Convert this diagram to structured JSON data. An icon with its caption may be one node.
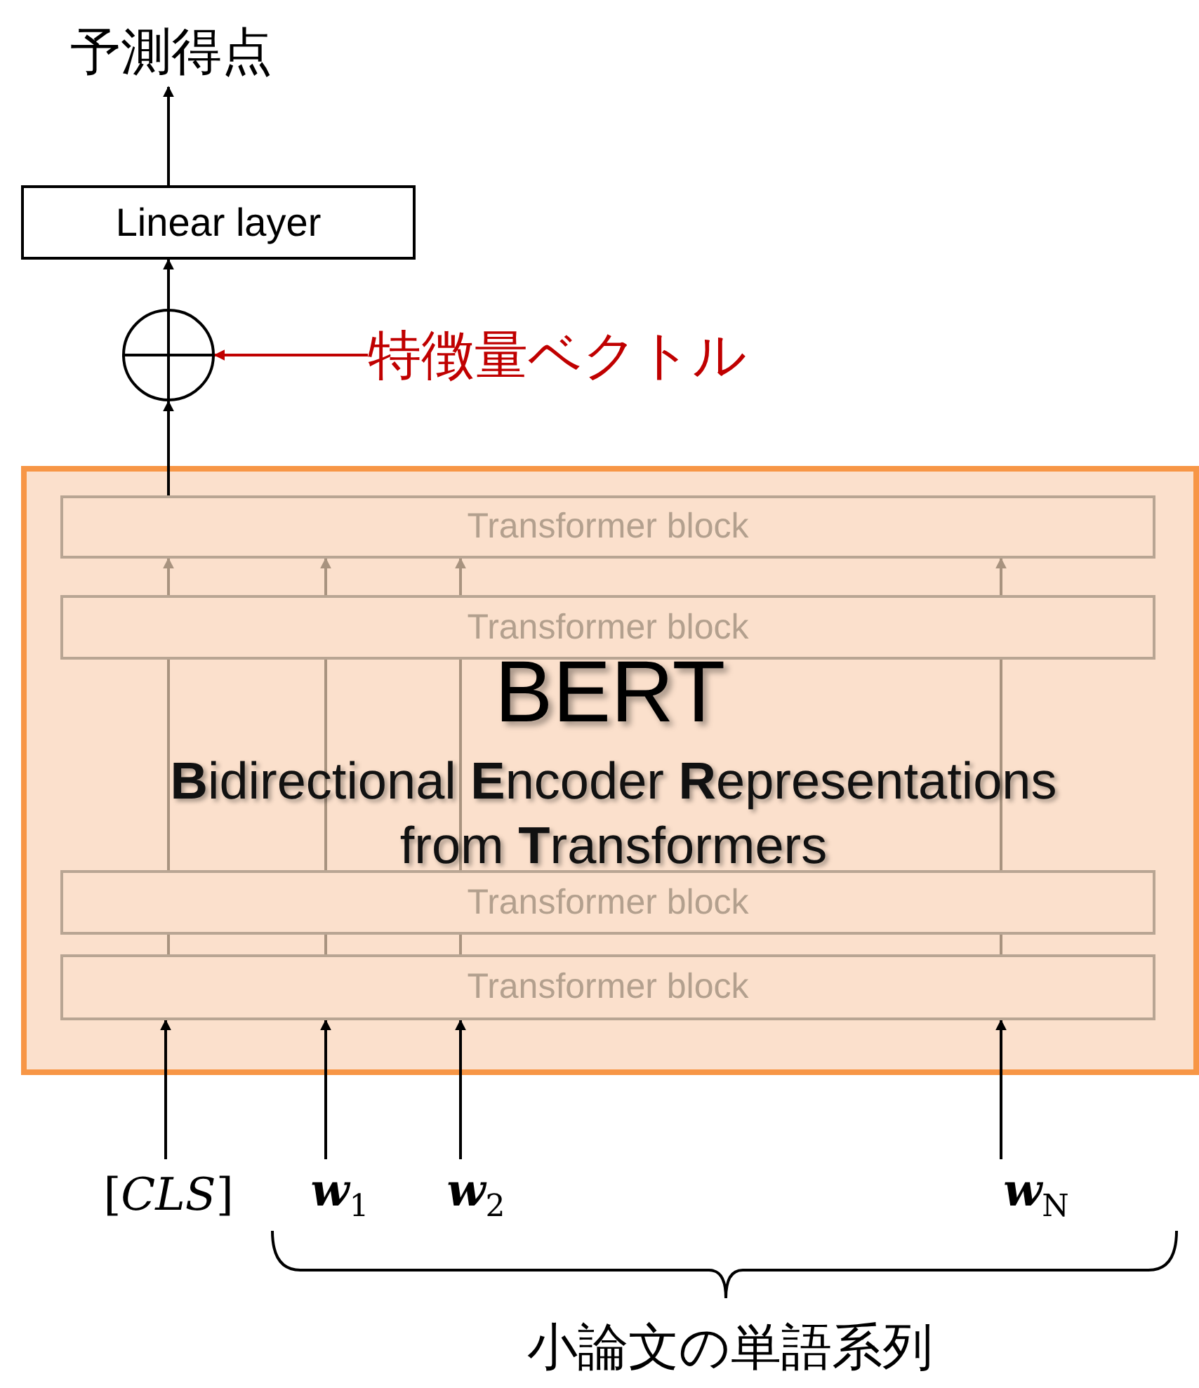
{
  "diagram": {
    "nodes": [
      {
        "text": [
          "予測得点"
        ]
      },
      {
        "text": [
          "Linear layer"
        ]
      },
      {
        "text": [],
        "shape": "circle"
      },
      {
        "text": [
          "特徴量ベクトル"
        ]
      },
      {
        "text": [
          "BERT",
          "**B**idirectional **E**ncoder **R**epresentations from **T**ransformers"
        ]
      },
      {
        "text": [
          "Transformer block"
        ],
        "in": 4
      },
      {
        "text": [
          "Transformer block"
        ],
        "in": 4
      },
      {
        "text": [
          "Transformer block"
        ],
        "in": 4
      },
      {
        "text": [
          "Transformer block"
        ],
        "in": 4
      },
      {
        "text": [
          "[*CLS*]"
        ]
      },
      {
        "text": [
          "**w**$_{1}$"
        ]
      },
      {
        "text": [
          "**w**$_{2}$"
        ]
      },
      {
        "text": [
          "**w**$_{N}$"
        ]
      }
    ],
    "edges": [
      {
        "from": 1,
        "to": 0,
        "arrow": "to",
        "color": "#000000"
      },
      {
        "from": 2,
        "to": 1,
        "arrow": "to",
        "color": "#000000"
      },
      {
        "from": 3,
        "to": 2,
        "arrow": "to",
        "color": "#c00000"
      },
      {
        "from": 5,
        "to": 2,
        "arrow": "to",
        "color": "#000000"
      },
      {
        "from": 6,
        "to": 5,
        "arrow": "to"
      },
      {
        "from": 6,
        "to": 5,
        "arrow": "to"
      },
      {
        "from": 6,
        "to": 5,
        "arrow": "to"
      },
      {
        "from": 6,
        "to": 5,
        "arrow": "to"
      },
      {
        "from": 7,
        "to": 6,
        "arrow": "none"
      },
      {
        "from": 7,
        "to": 6,
        "arrow": "none"
      },
      {
        "from": 7,
        "to": 6,
        "arrow": "none"
      },
      {
        "from": 7,
        "to": 6,
        "arrow": "none"
      },
      {
        "from": 8,
        "to": 7,
        "arrow": "none"
      },
      {
        "from": 8,
        "to": 7,
        "arrow": "none"
      },
      {
        "from": 8,
        "to": 7,
        "arrow": "none"
      },
      {
        "from": 8,
        "to": 7,
        "arrow": "none"
      },
      {
        "from": 9,
        "to": 8,
        "arrow": "to",
        "color": "#000000"
      },
      {
        "from": 10,
        "to": 8,
        "arrow": "to",
        "color": "#000000"
      },
      {
        "from": 11,
        "to": 8,
        "arrow": "to",
        "color": "#000000"
      },
      {
        "from": 12,
        "to": 8,
        "arrow": "to",
        "color": "#000000"
      }
    ],
    "labels": [
      "小論文の単語系列"
    ]
  }
}
